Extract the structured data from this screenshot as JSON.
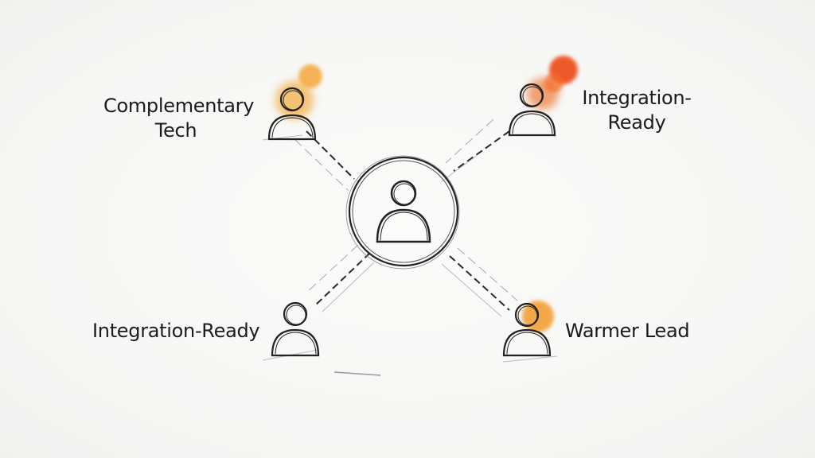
{
  "diagram": {
    "center_node": {
      "icon": "person-icon"
    },
    "nodes": [
      {
        "id": "top-left",
        "label_lines": [
          "Complementary",
          "Tech"
        ],
        "icon": "person-icon",
        "highlight_color": "#f0a030"
      },
      {
        "id": "top-right",
        "label_lines": [
          "Integration-",
          "Ready"
        ],
        "icon": "person-icon",
        "highlight_color": "#ee4a12"
      },
      {
        "id": "bottom-left",
        "label_lines": [
          "Integration-Ready"
        ],
        "icon": "person-icon",
        "highlight_color": ""
      },
      {
        "id": "bottom-right",
        "label_lines": [
          "Warmer Lead"
        ],
        "icon": "person-icon",
        "highlight_color": "#f29a2a"
      }
    ],
    "connector_style": "dashed"
  }
}
